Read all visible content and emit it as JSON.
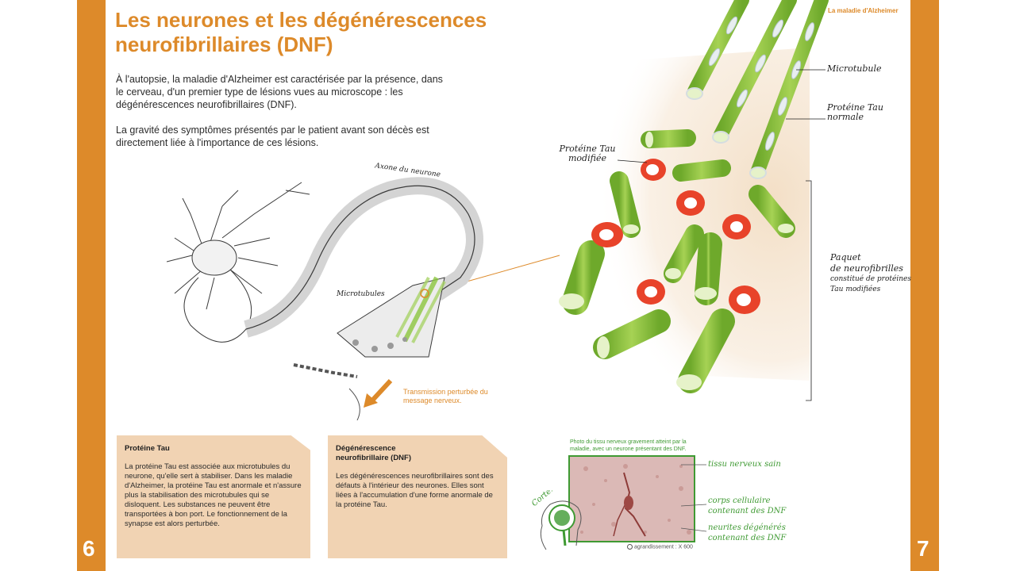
{
  "header": {
    "tag": "La maladie d'Alzheimer",
    "title": "Les neurones et les dégénérescences neurofibrillaires (DNF)"
  },
  "intro": {
    "paragraph1": "À l'autopsie, la maladie d'Alzheimer est caractérisée par la présence, dans le cerveau, d'un premier type de lésions vues au microscope : les dégénérescences neurofibrillaires (DNF).",
    "paragraph2": "La gravité des symptômes présentés par le patient avant son décès est directement liée à l'importance de ces lésions."
  },
  "neuron_figure": {
    "axone_label": "Axone du neurone",
    "microtubules_label": "Microtubules",
    "transmission_label": "Transmission perturbée du message nerveux."
  },
  "zoom_figure": {
    "microtubule_label": "Microtubule",
    "tau_normal_label": "Protéine Tau normale",
    "tau_modified_label": "Protéine Tau modifiée",
    "bundle_label_1": "Paquet",
    "bundle_label_2": "de neurofibrilles",
    "bundle_label_3": "constitué de protéines",
    "bundle_label_4": "Tau modifiées"
  },
  "callouts": [
    {
      "title": "Protéine Tau",
      "text": "La protéine Tau est associée aux microtubules du neurone, qu'elle sert à stabiliser. Dans les maladie d'Alzheimer, la protéine Tau est anormale et n'assure plus la stabilisation des microtubules qui se disloquent. Les substances ne peuvent être transportées à bon port. Le fonctionnement de la synapse est alors perturbée."
    },
    {
      "title": "Dégénérescence neurofibrillaire (DNF)",
      "text": "Les dégénérescences neurofibrillaires sont des défauts à l'intérieur des neurones. Elles sont liées à l'accumulation d'une forme anormale de la protéine Tau."
    }
  ],
  "photo": {
    "caption": "Photo du tissu nerveux gravement atteint par la maladie, avec un neurone présentant des DNF.",
    "cortex_label": "Cortex",
    "legend_healthy": "tissu nerveux sain",
    "legend_body_1": "corps cellulaire",
    "legend_body_2": "contenant des DNF",
    "legend_neurites_1": "neurites dégénérés",
    "legend_neurites_2": "contenant des DNF",
    "zoom_note": "agrandissement : X 600"
  },
  "pages": {
    "left": "6",
    "right": "7"
  },
  "colors": {
    "accent_orange": "#dd8a2a",
    "green": "#3f9a33",
    "tube_green": "#8cc63f",
    "tau_red": "#e8432a",
    "box_beige": "#f1d3b3"
  }
}
